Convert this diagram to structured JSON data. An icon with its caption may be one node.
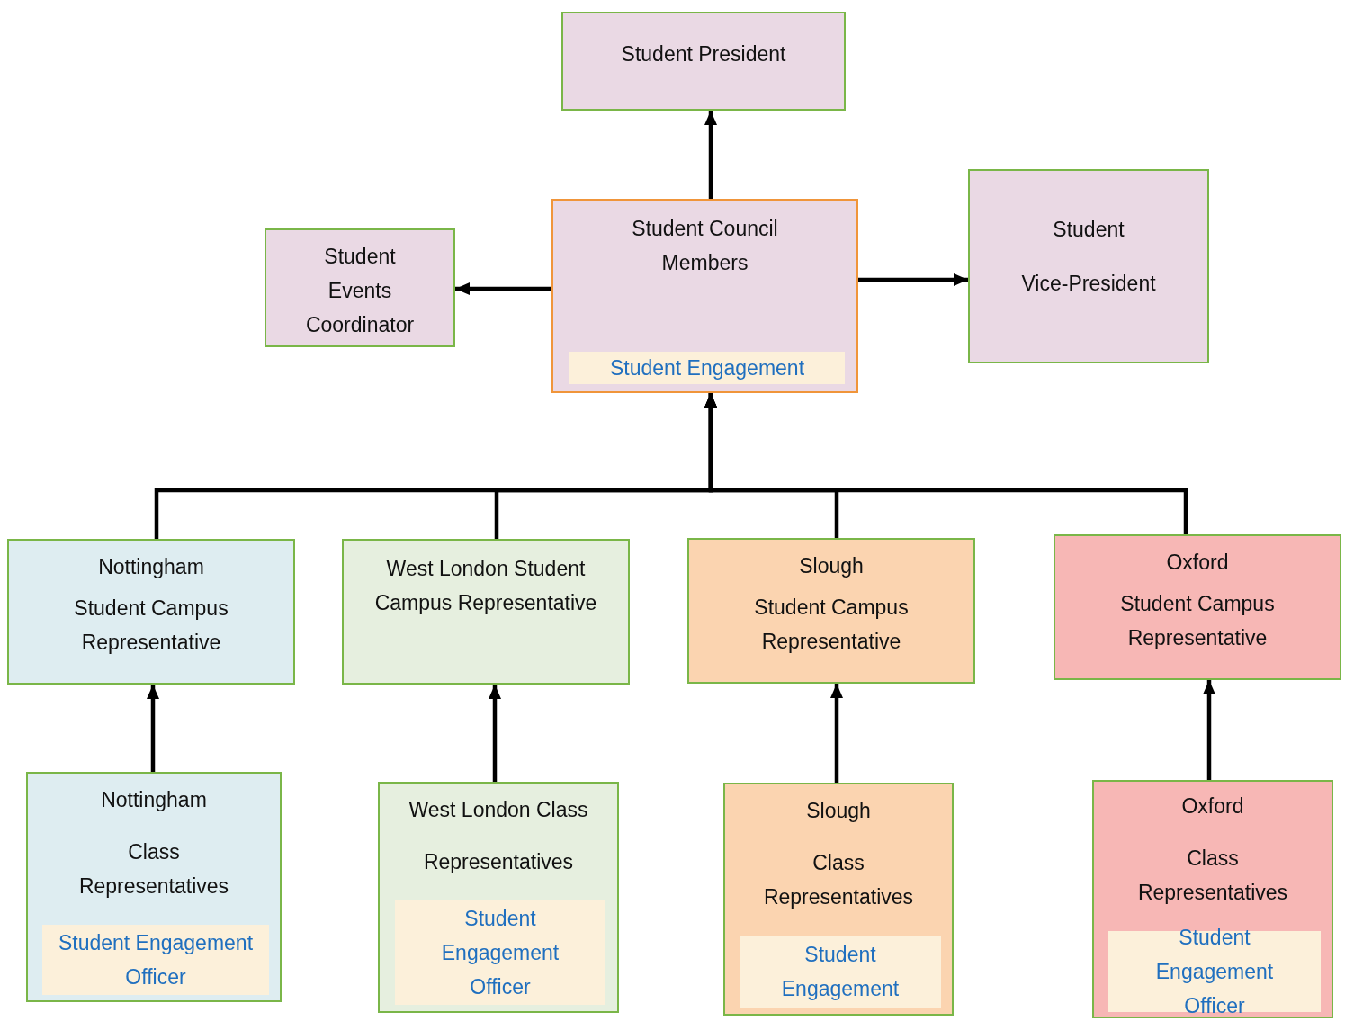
{
  "diagram": {
    "nodes": [
      {
        "text": [
          "Student President"
        ]
      },
      {
        "text": [
          "Student Events Coordinator"
        ]
      },
      {
        "text": [
          "Student Council Members"
        ]
      },
      {
        "text": [
          "Student Engagement"
        ],
        "in": 2
      },
      {
        "text": [
          "Student",
          "Vice-President"
        ]
      },
      {
        "text": [
          "Nottingham",
          "Student Campus Representative"
        ]
      },
      {
        "text": [
          "West London Student Campus Representative"
        ]
      },
      {
        "text": [
          "Slough",
          "Student Campus Representative"
        ]
      },
      {
        "text": [
          "Oxford",
          "Student Campus Representative"
        ]
      },
      {
        "text": [
          "Nottingham",
          "Class Representatives"
        ]
      },
      {
        "text": [
          "Student Engagement Officer"
        ],
        "in": 9
      },
      {
        "text": [
          "West London Class",
          "Representatives"
        ]
      },
      {
        "text": [
          "Student Engagement Officer"
        ],
        "in": 11
      },
      {
        "text": [
          "Slough",
          "Class Representatives"
        ]
      },
      {
        "text": [
          "Student Engagement"
        ],
        "in": 13
      },
      {
        "text": [
          "Oxford",
          "Class Representatives"
        ]
      },
      {
        "text": [
          "Student Engagement Officer"
        ],
        "in": 15
      }
    ],
    "edges": [
      {
        "from": 2,
        "to": 0,
        "arrow": "to"
      },
      {
        "from": 2,
        "to": 1,
        "arrow": "to"
      },
      {
        "from": 2,
        "to": 4,
        "arrow": "to"
      },
      {
        "from": 5,
        "to": 2,
        "arrow": "to"
      },
      {
        "from": 6,
        "to": 2,
        "arrow": "to"
      },
      {
        "from": 7,
        "to": 2,
        "arrow": "to"
      },
      {
        "from": 8,
        "to": 2,
        "arrow": "to"
      },
      {
        "from": 9,
        "to": 5,
        "arrow": "to"
      },
      {
        "from": 11,
        "to": 6,
        "arrow": "to"
      },
      {
        "from": 13,
        "to": 7,
        "arrow": "to"
      },
      {
        "from": 15,
        "to": 8,
        "arrow": "to"
      }
    ]
  }
}
